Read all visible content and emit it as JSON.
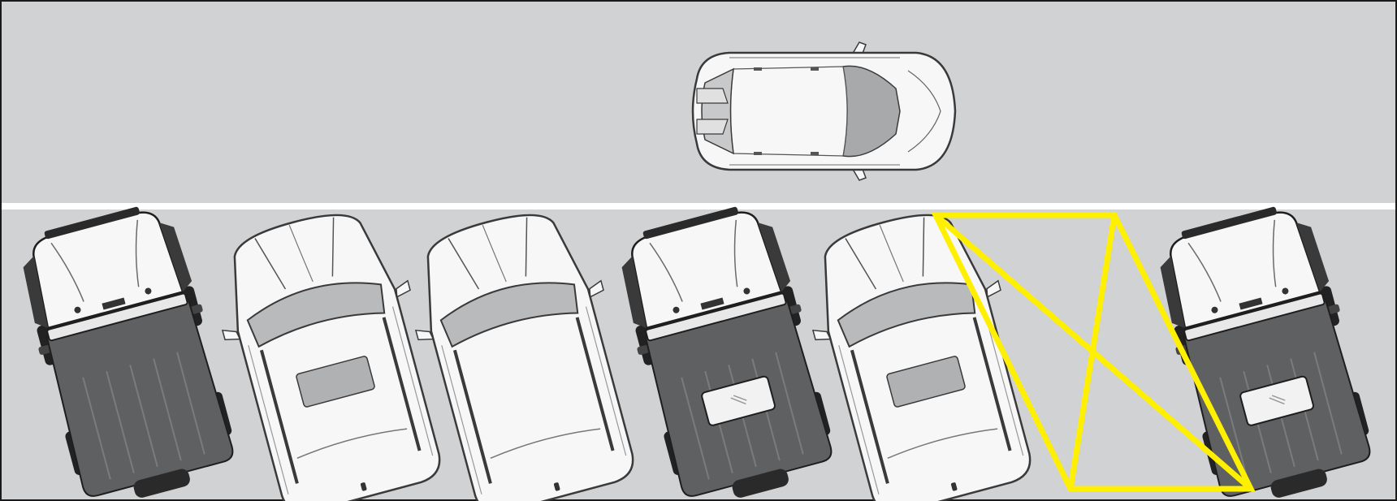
{
  "scene": {
    "description_type": "angled-parking-illustration",
    "colors": {
      "asphalt": "#d1d2d4",
      "border": "#1a1a1a",
      "lane_line": "#ffffff",
      "highlight": "#ffef00",
      "body_white": "#f7f7f7",
      "body_dark": "#5f6062",
      "glass": "#b9babc",
      "outline": "#3a3a3a"
    },
    "target_spot": {
      "marking": "yellow-x-box",
      "status": "empty"
    },
    "vehicles": [
      {
        "id": "moving-car",
        "kind": "compact-suv",
        "color": "white",
        "heading": "right",
        "lane": "driving"
      },
      {
        "id": "parked-1",
        "kind": "pickup",
        "color": "dark"
      },
      {
        "id": "parked-2",
        "kind": "suv",
        "color": "white"
      },
      {
        "id": "parked-3",
        "kind": "suv",
        "color": "white"
      },
      {
        "id": "parked-4",
        "kind": "pickup",
        "color": "dark"
      },
      {
        "id": "parked-5",
        "kind": "suv",
        "color": "white"
      },
      {
        "id": "parked-6",
        "kind": "pickup",
        "color": "dark"
      }
    ]
  }
}
